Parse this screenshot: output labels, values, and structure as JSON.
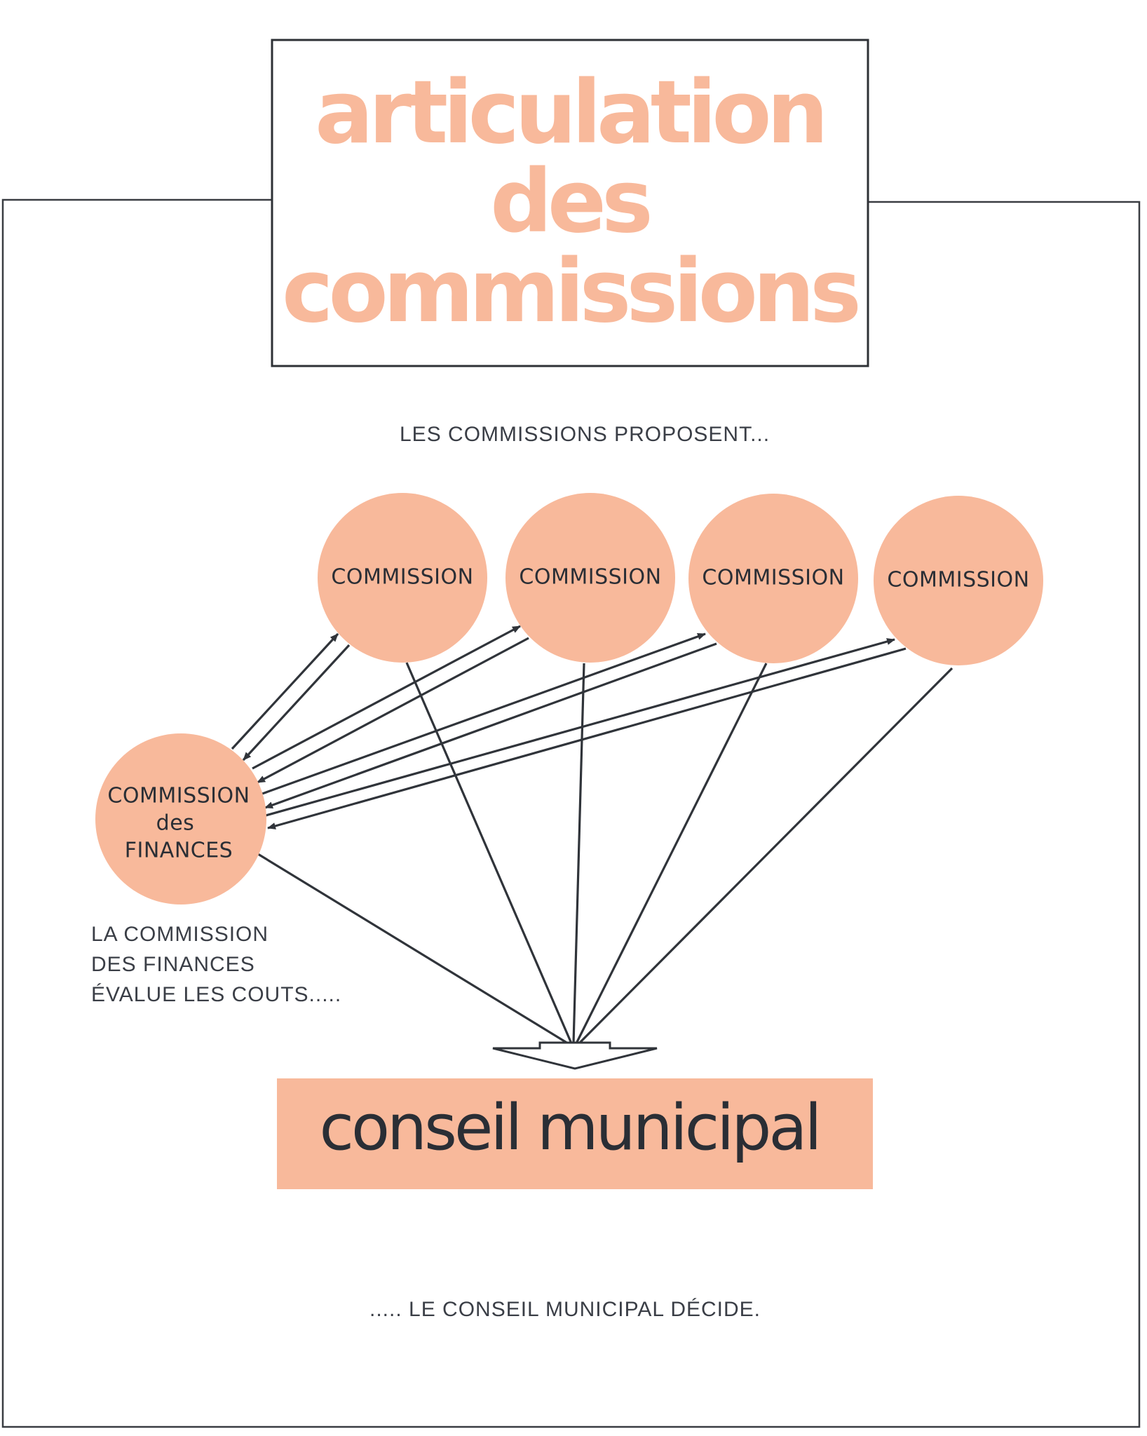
{
  "title": {
    "line1": "articulation",
    "line2": "des",
    "line3": "commissions"
  },
  "captions": {
    "propose": "LES COMMISSIONS PROPOSENT...",
    "finances_line1": "LA COMMISSION",
    "finances_line2": "DES FINANCES",
    "finances_line3": "ÉVALUE LES COUTS.....",
    "decide": "..... LE CONSEIL MUNICIPAL DÉCIDE."
  },
  "commissions": [
    {
      "label": "COMMISSION"
    },
    {
      "label": "COMMISSION"
    },
    {
      "label": "COMMISSION"
    },
    {
      "label": "COMMISSION"
    }
  ],
  "finance_commission": {
    "line1": "COMMISSION",
    "line2": "des",
    "line3": "FINANCES"
  },
  "council": {
    "label": "conseil municipal"
  },
  "colors": {
    "accent": "#f8b99b",
    "ink": "#2a2e35",
    "line": "#30343a"
  }
}
